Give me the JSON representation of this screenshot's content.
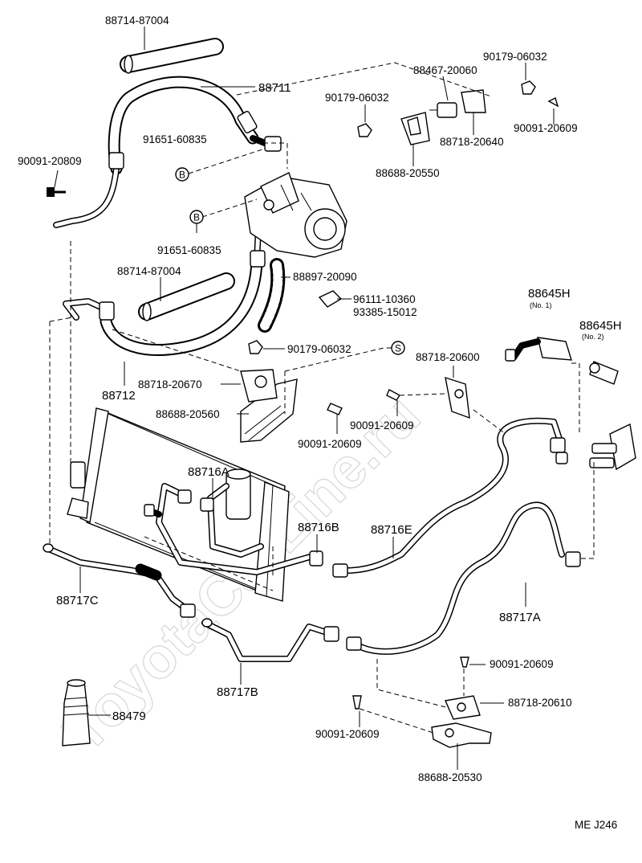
{
  "diagram_code": "ME J246",
  "watermark": "ToyotaCarLine.ru",
  "callouts": {
    "p88714_87004_top": "88714-87004",
    "p88711": "88711",
    "p88467_20060": "88467-20060",
    "p90179_06032_right": "90179-06032",
    "p90179_06032_mid": "90179-06032",
    "p90091_20609_tr": "90091-20609",
    "p88718_20640": "88718-20640",
    "p91651_60835_top": "91651-60835",
    "p90091_20809": "90091-20809",
    "p88688_20550": "88688-20550",
    "p91651_60835_bot": "91651-60835",
    "p88714_87004_mid": "88714-87004",
    "p88897_20090": "88897-20090",
    "p96111_10360": "96111-10360",
    "p93385_15012": "93385-15012",
    "p88645H_1": "88645H",
    "p88645H_1_sub": "(No. 1)",
    "p88645H_2": "88645H",
    "p88645H_2_sub": "(No. 2)",
    "p90179_06032_low": "90179-06032",
    "p88718_20600": "88718-20600",
    "p88718_20670": "88718-20670",
    "p88712": "88712",
    "p88688_20560": "88688-20560",
    "p90091_20609_a": "90091-20609",
    "p90091_20609_b": "90091-20609",
    "p88716A": "88716A",
    "p88716B": "88716B",
    "p88716E": "88716E",
    "p88717C": "88717C",
    "p88717A": "88717A",
    "p88717B": "88717B",
    "p90091_20609_c": "90091-20609",
    "p88718_20610": "88718-20610",
    "p88479": "88479",
    "p90091_20609_d": "90091-20609",
    "p88688_20530": "88688-20530"
  },
  "ref_marks": {
    "b_top": "B",
    "b_bot": "B",
    "s": "S"
  }
}
